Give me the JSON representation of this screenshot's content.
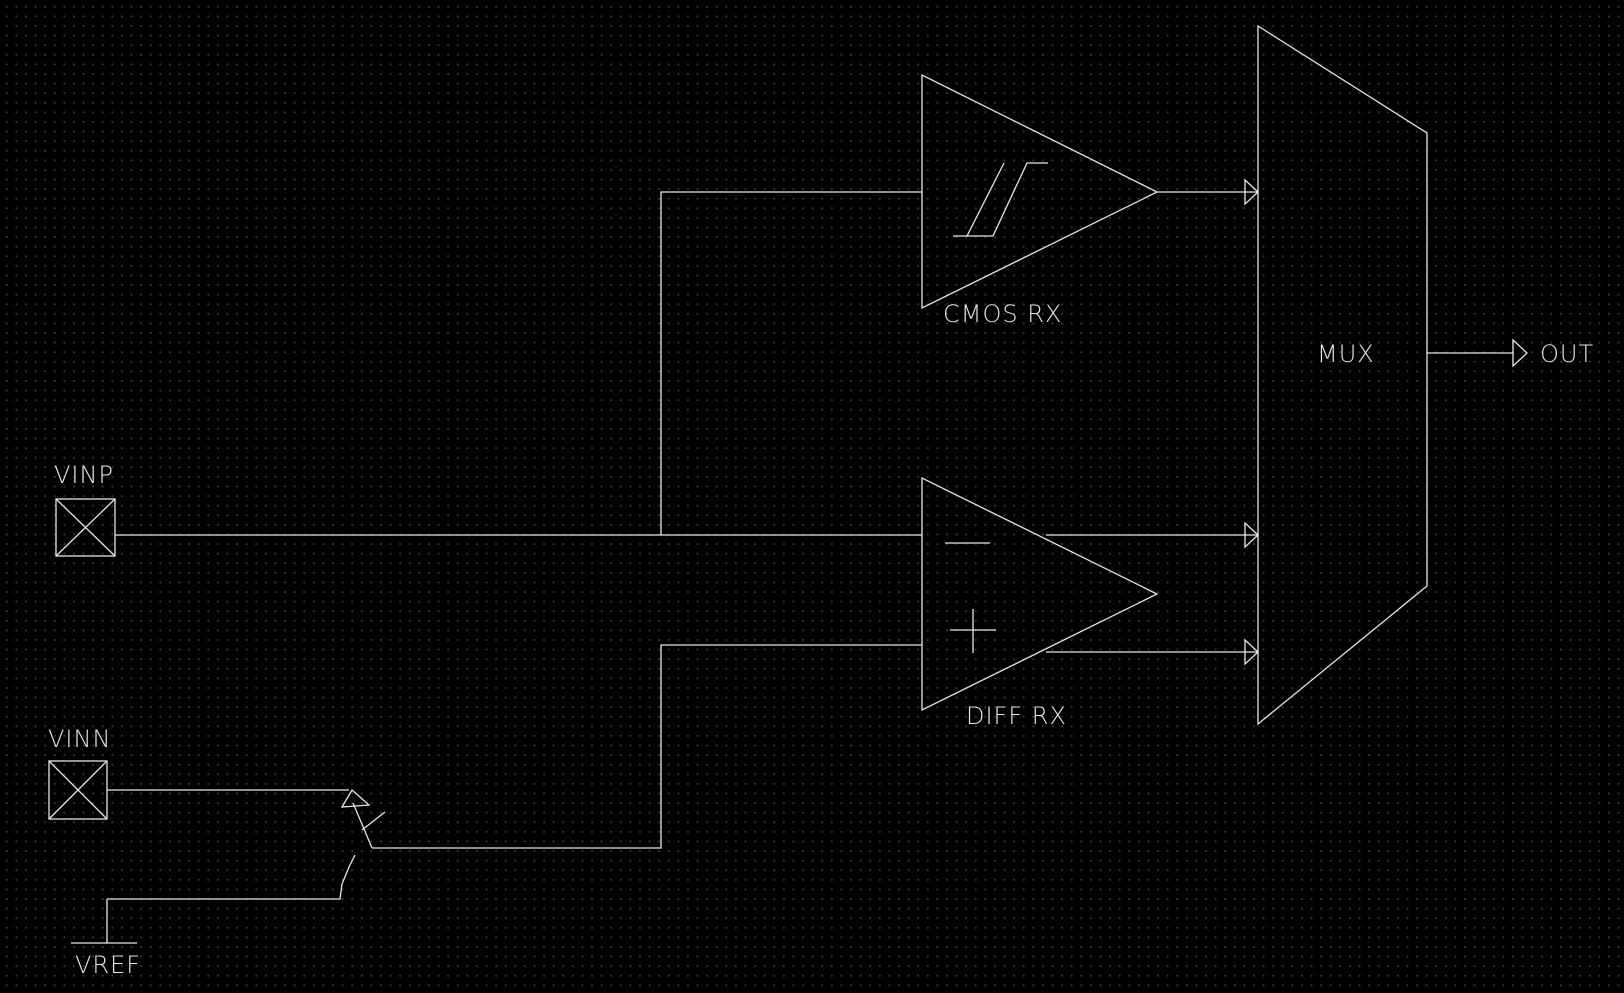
{
  "theme": {
    "background": "#000000",
    "grid_dot": "#3c3c3c",
    "line": "#e6e6e6"
  },
  "ports": {
    "vinp": "VINP",
    "vinn": "VINN",
    "vref": "VREF",
    "out": "OUT"
  },
  "blocks": {
    "cmos_rx": "CMOS RX",
    "diff_rx": "DIFF RX",
    "mux": "MUX"
  },
  "icons": {
    "pad": "pad-cross-box-icon",
    "hysteresis": "hysteresis-icon",
    "switch": "selector-switch-icon",
    "arrow": "signal-arrow-icon"
  }
}
